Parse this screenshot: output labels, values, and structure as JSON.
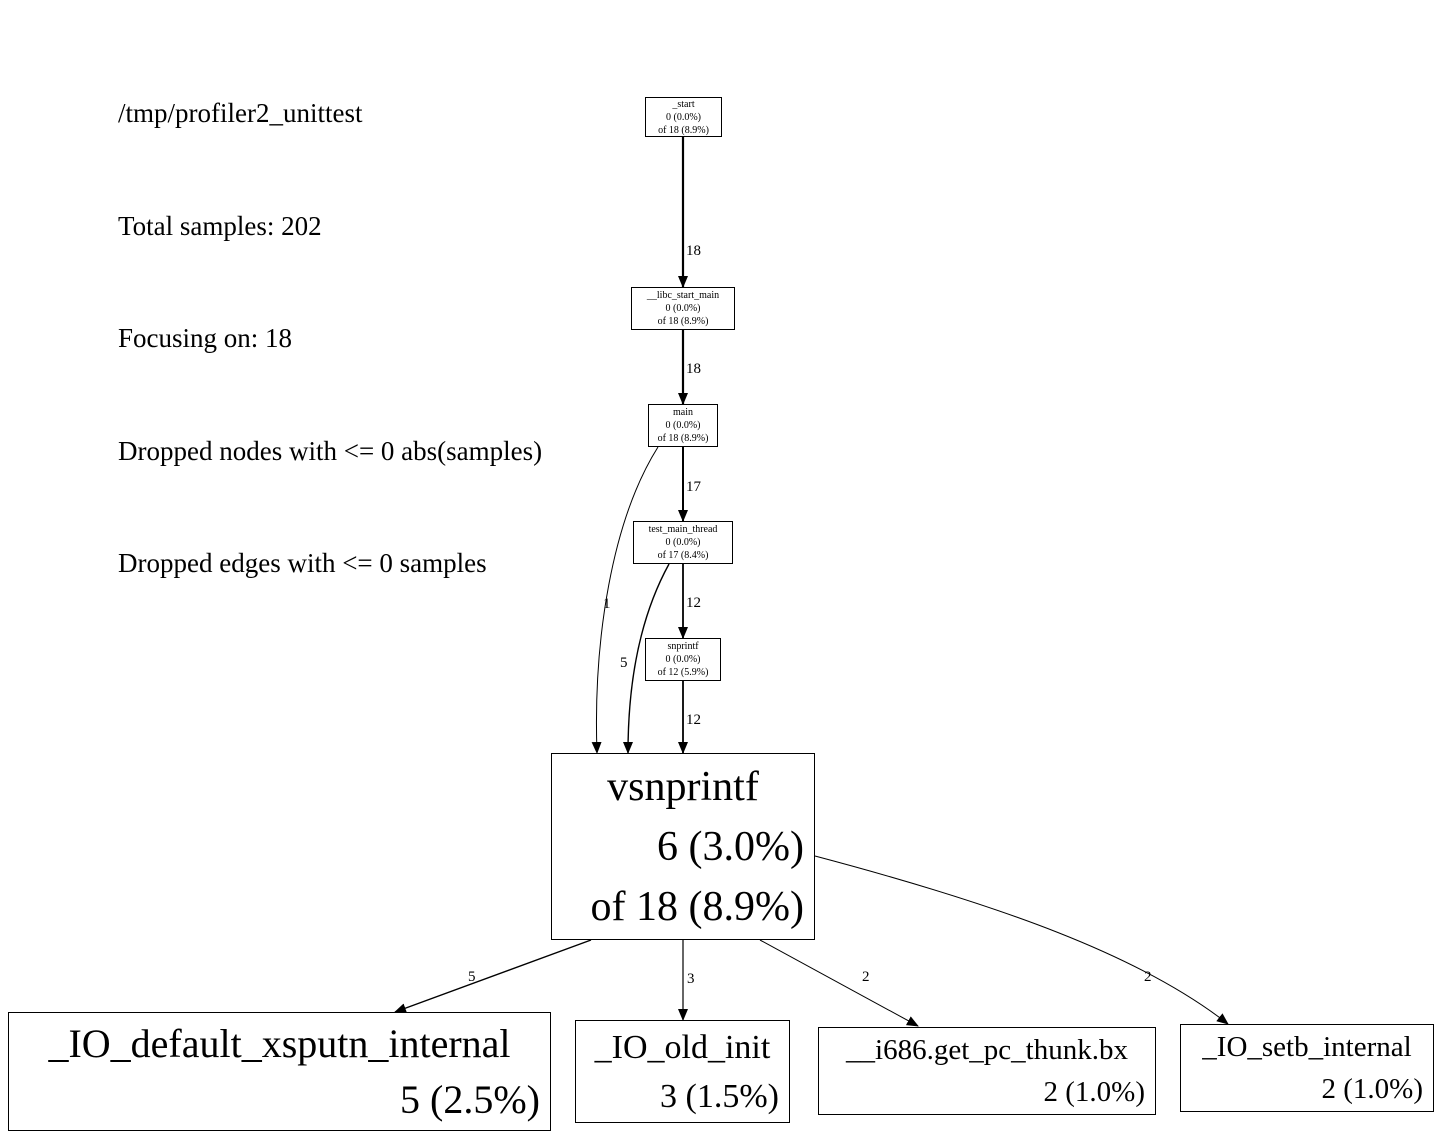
{
  "palette": {
    "background": "#ffffff",
    "foreground": "#000000"
  },
  "header": {
    "lines": [
      "/tmp/profiler2_unittest",
      "Total samples: 202",
      "Focusing on: 18",
      "Dropped nodes with <= 0 abs(samples)",
      "Dropped edges with <= 0 samples"
    ]
  },
  "graph": {
    "nodes": [
      {
        "name": "_start",
        "self": "0 (0.0%)",
        "cum": "of 18 (8.9%)"
      },
      {
        "name": "__libc_start_main",
        "self": "0 (0.0%)",
        "cum": "of 18 (8.9%)"
      },
      {
        "name": "main",
        "self": "0 (0.0%)",
        "cum": "of 18 (8.9%)"
      },
      {
        "name": "test_main_thread",
        "self": "0 (0.0%)",
        "cum": "of 17 (8.4%)"
      },
      {
        "name": "snprintf",
        "self": "0 (0.0%)",
        "cum": "of 12 (5.9%)"
      },
      {
        "name": "vsnprintf",
        "self": "6 (3.0%)",
        "cum": "of 18 (8.9%)"
      },
      {
        "name": "_IO_default_xsputn_internal",
        "self": "5 (2.5%)"
      },
      {
        "name": "_IO_old_init",
        "self": "3 (1.5%)"
      },
      {
        "name": "__i686.get_pc_thunk.bx",
        "self": "2 (1.0%)"
      },
      {
        "name": "_IO_setb_internal",
        "self": "2 (1.0%)"
      }
    ],
    "edges": [
      {
        "from": "_start",
        "to": "__libc_start_main",
        "label": "18"
      },
      {
        "from": "__libc_start_main",
        "to": "main",
        "label": "18"
      },
      {
        "from": "main",
        "to": "test_main_thread",
        "label": "17"
      },
      {
        "from": "test_main_thread",
        "to": "snprintf",
        "label": "12"
      },
      {
        "from": "snprintf",
        "to": "vsnprintf",
        "label": "12"
      },
      {
        "from": "main",
        "to": "vsnprintf",
        "label": "1"
      },
      {
        "from": "test_main_thread",
        "to": "vsnprintf",
        "label": "5"
      },
      {
        "from": "vsnprintf",
        "to": "_IO_default_xsputn_internal",
        "label": "5"
      },
      {
        "from": "vsnprintf",
        "to": "_IO_old_init",
        "label": "3"
      },
      {
        "from": "vsnprintf",
        "to": "__i686.get_pc_thunk.bx",
        "label": "2"
      },
      {
        "from": "vsnprintf",
        "to": "_IO_setb_internal",
        "label": "2"
      }
    ]
  }
}
